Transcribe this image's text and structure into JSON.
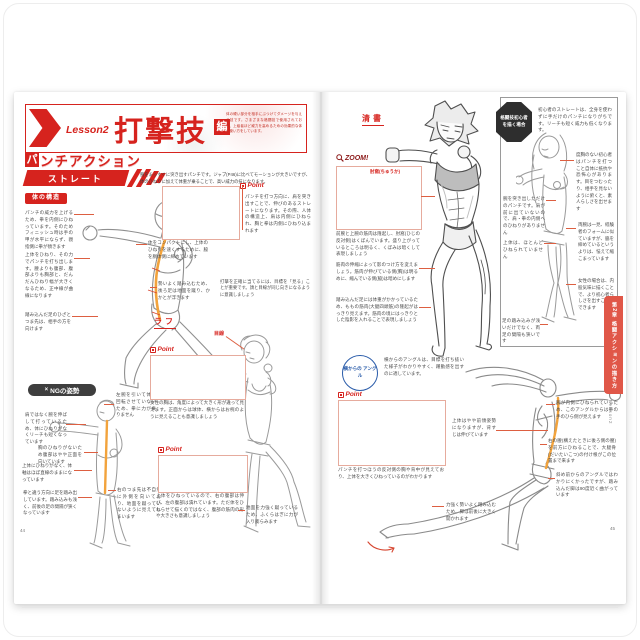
{
  "colors": {
    "red": "#d6231e",
    "orange": "#f2a33c",
    "blue": "#2a5caa",
    "dark": "#3e3e3e",
    "leader": "#dd5f41"
  },
  "banner": {
    "lesson": "Lesson2",
    "title": "打撃技",
    "suffix": "編",
    "blurb": "体の硬い部分を相手にぶつけてダメージを与える技です。さまざまな格闘技で使用されており、上級者ほど威力を高めるための効果的な体の使い方をしています。"
  },
  "section": {
    "logo_first": "パ",
    "logo_rest": "ンチアクション",
    "sub": "ストレート",
    "intro": "腕をまっすぐに突き出すパンチです。ジャブ(P46)に比べてモーションが大きいですが、体のひねりに加えて体重が乗ることで、高い威力の技になります。"
  },
  "left": {
    "structure_label": "体の構造",
    "point_label": "Point",
    "ann_fist": "パンチの威力を上げるため、拳を内側にひねっています。そのためフィニッシュ時は手の甲が水平にならず、親指側に拳が傾きます",
    "ann_torso": "上体をひねり、その力でパンチを打ち出します。腰よりも腹部、腹部よりも胸部と、だんだんひねり幅が大きくなるため、正中線が曲線になります",
    "ann_knee": "踏み込んだ足のひざとつま先は、相手の方を向けます",
    "point_shoulder": "パンチを打つ方向に、肩を突き出すことで、伸びのあるストレートになります。その際、人体の構造上、肩は内側にひねられ、胸と拳は内側にひねり込まれます",
    "ann_compact": "体をコンパクトにし、上体のひねりを速くするために、脇を胴体側に締めています",
    "ann_kick": "勢いよく踏み込むため、後ろ足は地面を蹴り、かかとが浮きます",
    "ann_gaze": "打撃を正確に当てるには、目標を「見る」ことが重要です。顔と目線が同じ向きになるように意識しましょう",
    "rough_label": "ラフ",
    "gaze_label": "目線",
    "ng": {
      "label": "NGの姿勢",
      "arm": "肩ではなく腕を伸ばして打っているため、体にひねりがなくリーチも短くなっています",
      "chest": "胸のひねりがないため腹部はやや正面を向いています",
      "axis": "上体にひねりがなく、体軸はほぼ直線のままになっています",
      "step": "拳と違う方向に足を踏み出しています。踏み込みも浅く、前後の足の間隔が狭くなっています",
      "pull": "左腕を引いて体を回転させていないため、拳に力が乗りません",
      "toe": "右のつま先は不自然に外側を向いており、地面を蹴っていないように見えてしまいます"
    },
    "point_breast": "女性の胸は、角度によって大きく形が違って見えます。正面からは球体、横からはお椀のように見えることも意識しましょう",
    "point_abs": "上体をひねっているので、右の腹部は伸び、左の腹部は潰れています。ただ体をひねらせて描くのではなく、腹部の筋肉の形や大きさも意識しましょう",
    "ann_calf": "地面を力強く蹴っているため、ふくらはぎに力が入り膨らみます",
    "page_num": "44"
  },
  "right": {
    "clean_label": "清書",
    "zoom_label": "ZOOM!",
    "elbow_label": "肘窩(ちゅうか)",
    "zoom_caption": "前腕と上腕の筋肉は隆起し、肘窩(ひじの反対側)はくぼんでいます。盛り上がっているところは明るく、くぼみは暗くして表現しましょう",
    "ann_shading": "筋肉の伸縮によって影のつけ方を変えましょう。筋肉が伸びている側(胸)は明るめに、縮んでいる側(脇)は暗めにします",
    "ann_thigh": "踏み込んだ足には体重がかかっているため、ももの筋肉(大腿四頭筋)の隆起がはっきり見えます。筋肉の境にはっきりとした陰影を入れることで表現しましょう",
    "beginner": {
      "badge": "格闘技初心者を描く場合",
      "intro": "初心者のストレートは、全身を使わずに手だけのパンチになりがちです。リーチも短く威力も低くなります。",
      "fear": "度胸のない初心者はパンチを打つこと自体に抵抗や恐怖心があります。目をつむったり、相手を見ないように俯くと、素人らしさを出せます",
      "arm_only": "腕を突き出しただけのパンチです。肩が前に出ていないので、肩・拳の内側へのひねりがありません",
      "no_twist": "上体は、ほとんどひねられていません",
      "guard": "両腕は一見、経験者のフォームに似ていますが、脇を締めているというよりは、怯えて縮こまっています",
      "pigeon": "女性の場合は、内股気味に描くことで、より初心者らしさを出すことができます",
      "stance": "足の踏み込みが浅いだけでなく、両足の間隔も狭いです"
    },
    "angle_badge": "横からの アングル",
    "angle_text": "横からのアングルは、目標を打ち抜いた様子がわかりやすく、躍動感を出すのに適しています。",
    "point_label": "Point",
    "point_back": "パンチを打つほうの反対側の胸や背中が見えており、上体を大きくひねっているのがわかります",
    "ann_lean": "上体はやや前傾姿勢になりますが、背すじは伸びています",
    "ann_fist": "腕が内側にひねられているため、このアングルからは拳の手のひら側が見えます",
    "ann_hip": "右の腰(構えたときに後ろ側の腰)を前方にひねることで、大腿骨(だいたいこつ)の付け根がこの位置まで来ます",
    "ann_knee": "斜め前からのアングルではわかりにくかったですが、踏み込んだ脚は90度近く曲がっています",
    "ann_stride": "力強く勢いよく踏み込むため、脚は前後に大きく開かれます",
    "tab": "第2章 格闘アクションの描き方",
    "tab_sub": "Lesson2",
    "page_num": "45"
  }
}
